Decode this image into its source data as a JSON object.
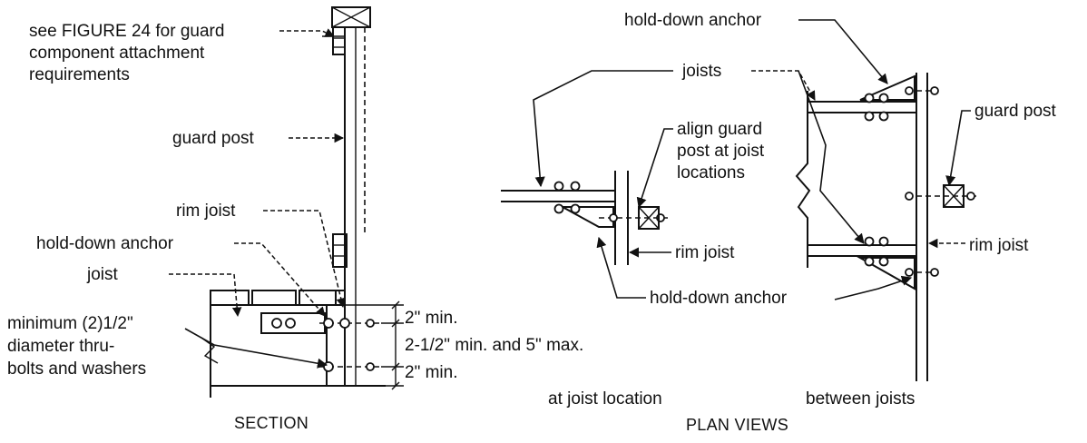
{
  "section": {
    "label_figure_ref_1": "see FIGURE 24 for guard",
    "label_figure_ref_2": "component attachment",
    "label_figure_ref_3": "requirements",
    "label_guard_post": "guard post",
    "label_rim_joist": "rim joist",
    "label_hold_down": "hold-down anchor",
    "label_joist": "joist",
    "label_bolts_1": "minimum (2)1/2\"",
    "label_bolts_2": "diameter thru-",
    "label_bolts_3": "bolts and washers",
    "dim_top": "2\" min.",
    "dim_mid": "2-1/2\" min. and 5\" max.",
    "dim_bottom": "2\" min.",
    "caption": "SECTION"
  },
  "plan": {
    "label_hold_down_top": "hold-down anchor",
    "label_joists": "joists",
    "label_guard_post": "guard post",
    "label_align_1": "align guard",
    "label_align_2": "post at joist",
    "label_align_3": "locations",
    "label_rim_joist_left": "rim joist",
    "label_rim_joist_right": "rim joist",
    "label_hold_down_bottom": "hold-down anchor",
    "sub_left": "at joist location",
    "sub_right": "between joists",
    "caption": "PLAN VIEWS"
  }
}
